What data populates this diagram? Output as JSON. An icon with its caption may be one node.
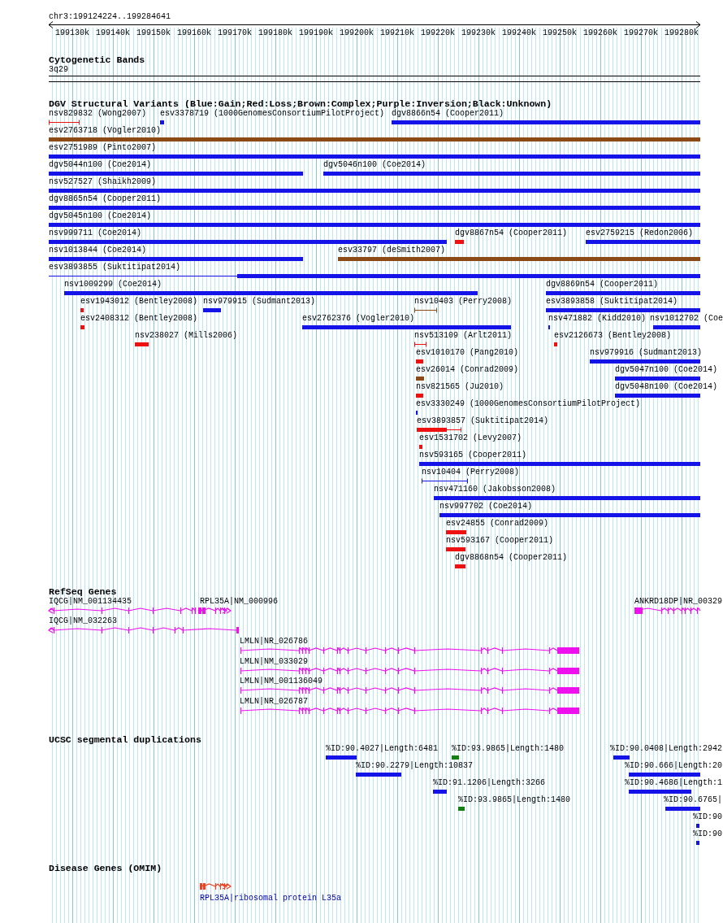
{
  "diagram": {
    "title": "chr3:199124224..199284641",
    "labels": [
      "199130k",
      "199140k",
      "199150k",
      "199160k",
      "199170k",
      "199180k",
      "199190k",
      "199200k",
      "199210k",
      "199220k",
      "199230k",
      "199240k",
      "199250k",
      "199260k",
      "199270k",
      "199280k",
      "Cytogenetic Bands",
      "3q29",
      "DGV Structural Variants (Blue:Gain;Red:Loss;Brown:Complex;Purple:Inversion;Black:Unknown)",
      "nsv829832 (Wong2007)",
      "esv3378719 (1000GenomesConsortiumPilotProject)",
      "dgv8866n54 (Cooper2011)",
      "esv2763718 (Vogler2010)",
      "esv2751989 (Pinto2007)",
      "dgv5044n100 (Coe2014)",
      "dgv5046n100 (Coe2014)",
      "nsv527527 (Shaikh2009)",
      "dgv8865n54 (Cooper2011)",
      "dgv5045n100 (Coe2014)",
      "nsv999711 (Coe2014)",
      "dgv8867n54 (Cooper2011)",
      "esv2759215 (Redon2006)",
      "nsv1013844 (Coe2014)",
      "esv33797 (deSmith2007)",
      "esv3893855 (Suktitipat2014)",
      "nsv1009299 (Coe2014)",
      "dgv8869n54 (Cooper2011)",
      "esv1943012 (Bentley2008)",
      "nsv979915 (Sudmant2013)",
      "nsv10403 (Perry2008)",
      "esv3893858 (Suktitipat2014)",
      "esv2408312 (Bentley2008)",
      "esv2762376 (Vogler2010)",
      "nsv471882 (Kidd2010)",
      "nsv1012702 (Coe",
      "nsv238027 (Mills2006)",
      "nsv513109 (Arlt2011)",
      "esv2126673 (Bentley2008)",
      "esv1010170 (Pang2010)",
      "nsv979916 (Sudmant2013)",
      "esv26014 (Conrad2009)",
      "dgv5047n100 (Coe2014)",
      "nsv821565 (Ju2010)",
      "dgv5048n100 (Coe2014)",
      "esv3330249 (1000GenomesConsortiumPilotProject)",
      "esv3893857 (Suktitipat2014)",
      "esv1531702 (Levy2007)",
      "nsv593165 (Cooper2011)",
      "nsv10404 (Perry2008)",
      "nsv471160 (Jakobsson2008)",
      "nsv997702 (Coe2014)",
      "esv24855 (Conrad2009)",
      "nsv593167 (Cooper2011)",
      "dgv8868n54 (Cooper2011)",
      "RefSeq Genes",
      "IQCG|NM_001134435",
      "RPL35A|NM_000996",
      "ANKRD18DP|NR_00329",
      "IQCG|NM_032263",
      "LMLN|NR_026786",
      "LMLN|NM_033029",
      "LMLN|NM_001136049",
      "LMLN|NR_026787",
      "UCSC segmental duplications",
      "%ID:90.4027|Length:6481",
      "%ID:93.9865|Length:1480",
      "%ID:90.0408|Length:2942",
      "%ID:90.2279|Length:10837",
      "%ID:90.666|Length:20",
      "%ID:91.1206|Length:3266",
      "%ID:90.4686|Length:1",
      "%ID:93.9865|Length:1480",
      "%ID:90.6765|",
      "%ID:90",
      "%ID:90",
      "Disease Genes (OMIM)",
      "RPL35A|ribosomal protein L35a"
    ]
  }
}
